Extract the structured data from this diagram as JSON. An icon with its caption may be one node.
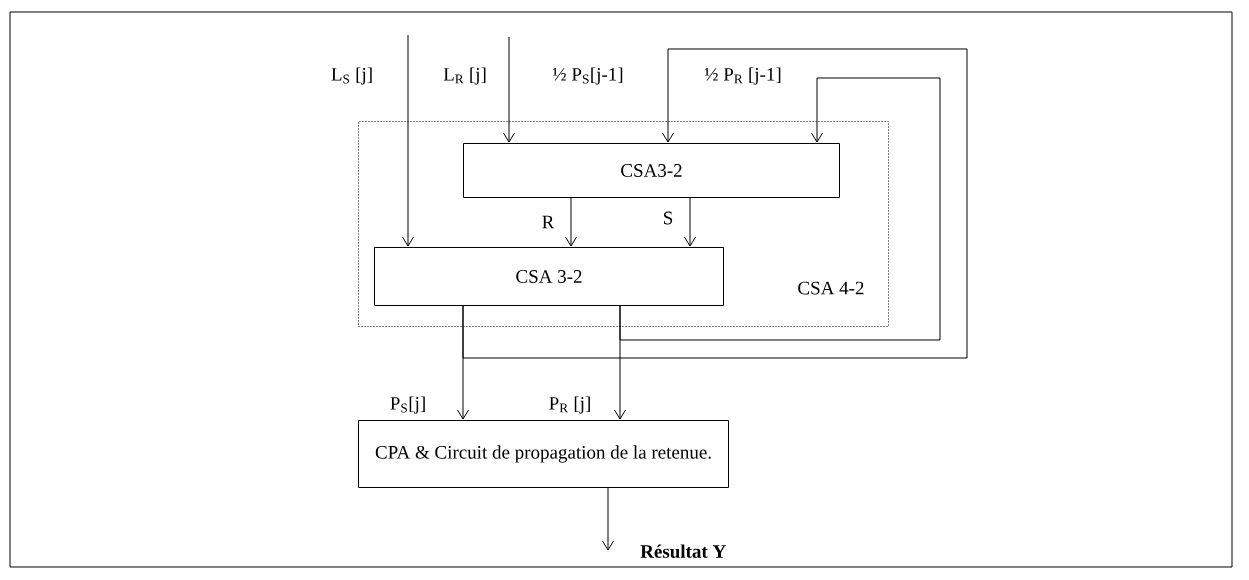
{
  "diagram": {
    "nodes": [
      {
        "text": [
          "CSA 4-2"
        ]
      },
      {
        "text": [
          "CSA3-2"
        ],
        "in": 0
      },
      {
        "text": [
          "CSA 3-2"
        ],
        "in": 0
      },
      {
        "text": [
          "CPA & Circuit de propagation de la retenue."
        ]
      },
      {
        "text": [
          "Résultat Y"
        ]
      }
    ],
    "edges": [
      {
        "from": null,
        "to": 2,
        "arrow": "to",
        "label": "L$_{S}$ [j]"
      },
      {
        "from": null,
        "to": 1,
        "arrow": "to",
        "label": "L$_{R}$ [j]"
      },
      {
        "from": 2,
        "to": 1,
        "arrow": "to",
        "label": "½ P$_{S}$[j-1]"
      },
      {
        "from": 2,
        "to": 1,
        "arrow": "to",
        "label": "½ P$_{R}$ [j-1]"
      },
      {
        "from": 1,
        "to": 2,
        "arrow": "to",
        "label": "R"
      },
      {
        "from": 1,
        "to": 2,
        "arrow": "to",
        "label": "S"
      },
      {
        "from": 2,
        "to": 3,
        "arrow": "to",
        "label": "P$_{S}$[j]"
      },
      {
        "from": 2,
        "to": 3,
        "arrow": "to",
        "label": "P$_{R}$ [j]"
      },
      {
        "from": 3,
        "to": 4,
        "arrow": "to"
      }
    ]
  }
}
